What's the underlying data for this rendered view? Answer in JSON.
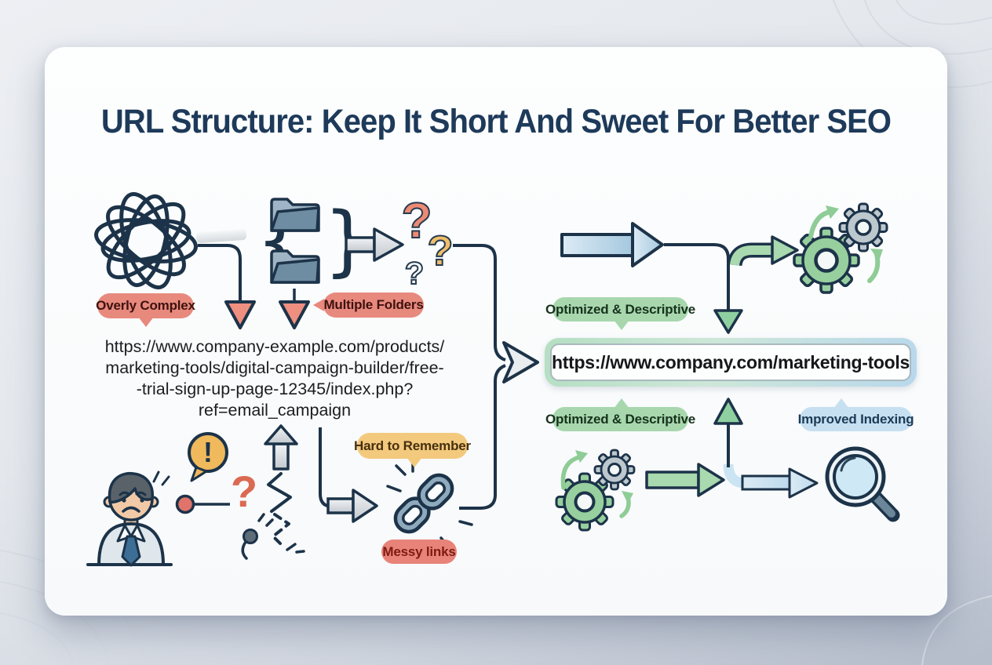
{
  "title": "URL Structure: Keep It Short And Sweet For Better SEO",
  "bad_side": {
    "long_url_lines": [
      "https://www.company-example.com/products/",
      "marketing-tools/digital-campaign-builder/free-",
      "-trial-sign-up-page-12345/index.php?",
      "ref=email_campaign"
    ],
    "labels": {
      "overly_complex": "Overly Complex",
      "multiple_folders": "Multiple Folders",
      "hard_to_remember": "Hard to Remember",
      "messy_links": "Messy links"
    }
  },
  "good_side": {
    "url": "https://www.company.com/marketing-tools",
    "labels": {
      "optimized_top": "Optimized & Descriptive",
      "optimized_bottom": "Optimized & Descriptive",
      "improved_indexing": "Improved Indexing"
    }
  },
  "glyphs": {
    "brace_left": "{",
    "brace_right": "}",
    "question": "?",
    "exclamation": "!"
  },
  "icons": {
    "tangled_knot": "tangled-knot-icon",
    "folders": "folder-icon",
    "question_marks": "question-marks-icon",
    "worried_person": "worried-person-icon",
    "exclamation_bubble": "exclamation-bubble-icon",
    "broken_chain": "broken-chain-icon",
    "gears": "gears-icon",
    "magnifier": "magnifier-icon"
  },
  "colors": {
    "line_navy": "#1C3349",
    "title_navy": "#1E3A5A",
    "salmon": "#E8897E",
    "yellow": "#F3C97D",
    "green": "#A8D7AE",
    "light_blue": "#C6E0F1",
    "gear_green": "#97CF9E",
    "gear_gray": "#BCC7CE",
    "card_bg": "#FBFCFD"
  }
}
